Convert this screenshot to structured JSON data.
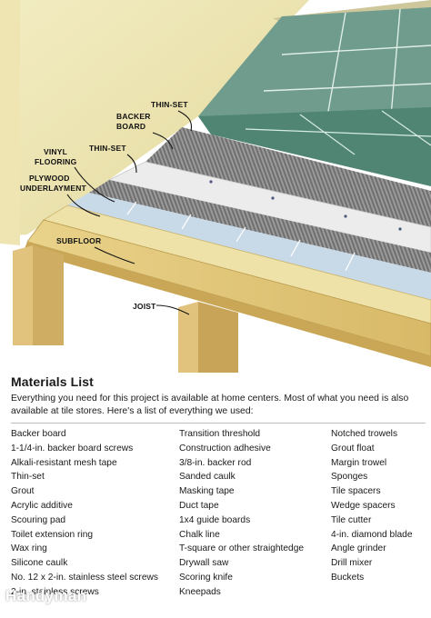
{
  "illustration": {
    "labels": {
      "thinset_top": "THIN-SET",
      "backer_board_1": "BACKER",
      "backer_board_2": "BOARD",
      "vinyl_1": "VINYL",
      "vinyl_2": "FLOORING",
      "thinset_mid": "THIN-SET",
      "plywood_1": "PLYWOOD",
      "plywood_2": "UNDERLAYMENT",
      "subfloor": "SUBFLOOR",
      "joist": "JOIST"
    }
  },
  "materials": {
    "title": "Materials List",
    "intro": "Everything you need for this project is available at home centers. Most of what you need is also available at tile stores. Here's a list of everything we used:",
    "columns": [
      [
        "Backer board",
        "1-1/4-in. backer board screws",
        "Alkali-resistant mesh tape",
        "Thin-set",
        "Grout",
        "Acrylic additive",
        "Scouring pad",
        "Toilet extension ring",
        "Wax ring",
        "Silicone caulk",
        "No. 12 x 2-in. stainless steel screws",
        "2-in. stainless screws"
      ],
      [
        "Transition threshold",
        "Construction adhesive",
        "3/8-in. backer rod",
        "Sanded caulk",
        "Masking tape",
        "Duct tape",
        "1x4 guide boards",
        "Chalk line",
        "T-square or other straightedge",
        "Drywall saw",
        "Scoring knife",
        "Kneepads"
      ],
      [
        "Notched trowels",
        "Grout float",
        "Margin trowel",
        "Sponges",
        "Tile spacers",
        "Wedge spacers",
        "Tile cutter",
        "4-in. diamond blade",
        "Angle grinder",
        "Drill mixer",
        "Buckets"
      ]
    ]
  },
  "brand": {
    "logo": "Handyman"
  }
}
